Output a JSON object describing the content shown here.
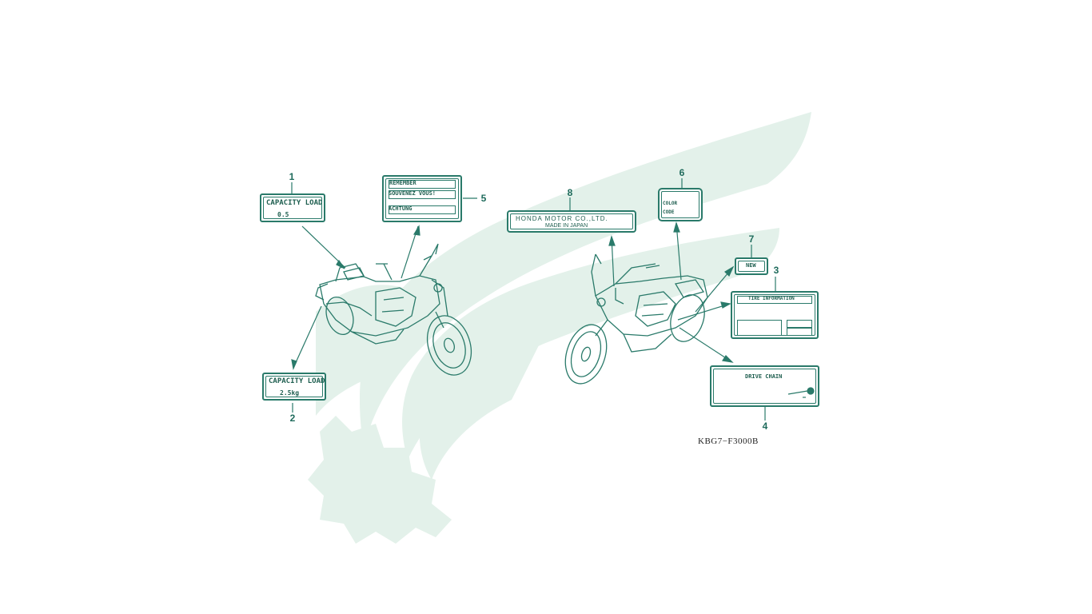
{
  "diagram": {
    "part_code": "KBG7−F3000B",
    "callouts": [
      "1",
      "2",
      "3",
      "4",
      "5",
      "6",
      "7",
      "8"
    ],
    "labels": {
      "capacity_load_1": {
        "title": "CAPACITY LOAD",
        "value": "0.5"
      },
      "capacity_load_2": {
        "title": "CAPACITY LOAD",
        "value": "2.5kg"
      },
      "remember_label": {
        "line1": "REMEMBER",
        "line2": "SOUVENEZ VOUS!",
        "line3": "ACHTUNG"
      },
      "honda_label": {
        "line1": "HONDA MOTOR CO.,LTD.",
        "line2": "MADE IN JAPAN"
      },
      "color_code": {
        "line1": "COLOR",
        "line2": "CODE"
      },
      "new_label": {
        "text": "NEW"
      },
      "tire_info": {
        "title": "TIRE INFORMATION"
      },
      "drive_chain": {
        "title": "DRIVE CHAIN"
      }
    },
    "colors": {
      "line": "#2a7a6a",
      "watermark": "#e3f1ea",
      "ink": "#1f5f50"
    }
  }
}
